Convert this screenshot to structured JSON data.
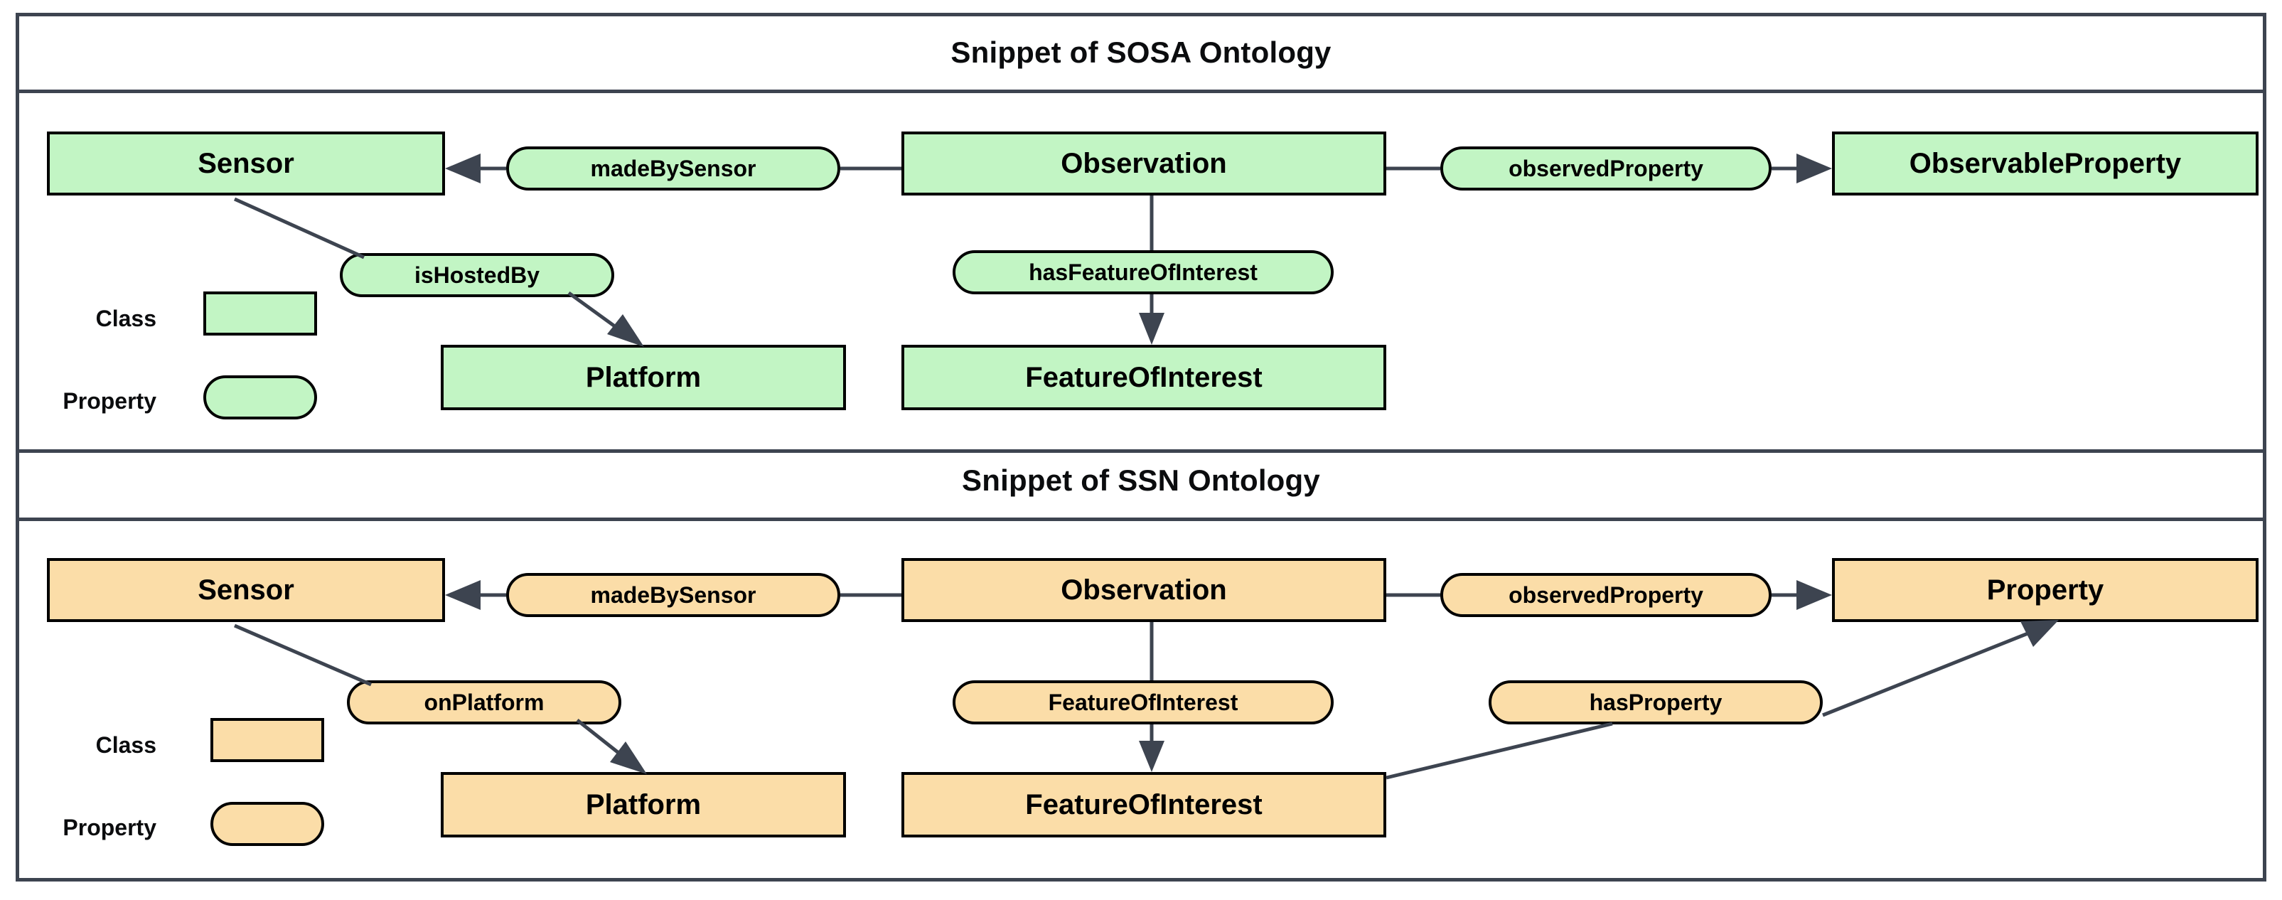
{
  "figure": {
    "caption_top": "Snippet of SOSA Ontology",
    "caption_bottom": "Snippet of SSN Ontology",
    "border_color": "#3d4450",
    "node_border_color": "#000000",
    "edge_color": "#3d4450"
  },
  "sosa": {
    "title": "Snippet of SOSA Ontology",
    "fill": "#c2f5c4",
    "classes": [
      {
        "id": "sensor",
        "label": "Sensor"
      },
      {
        "id": "observation",
        "label": "Observation"
      },
      {
        "id": "observableproperty",
        "label": "ObservableProperty"
      },
      {
        "id": "platform",
        "label": "Platform"
      },
      {
        "id": "featureofinterest",
        "label": "FeatureOfInterest"
      }
    ],
    "properties": [
      {
        "id": "madebysensor",
        "label": "madeBySensor"
      },
      {
        "id": "observedproperty",
        "label": "observedProperty"
      },
      {
        "id": "ishostedby",
        "label": "isHostedBy"
      },
      {
        "id": "hasfeatureofinterest",
        "label": "hasFeatureOfInterest"
      }
    ],
    "relations": [
      {
        "from": "Observation",
        "property": "madeBySensor",
        "to": "Sensor"
      },
      {
        "from": "Observation",
        "property": "observedProperty",
        "to": "ObservableProperty"
      },
      {
        "from": "Sensor",
        "property": "isHostedBy",
        "to": "Platform"
      },
      {
        "from": "Observation",
        "property": "hasFeatureOfInterest",
        "to": "FeatureOfInterest"
      }
    ],
    "legend": {
      "class_label": "Class",
      "property_label": "Property"
    }
  },
  "ssn": {
    "title": "Snippet of SSN Ontology",
    "fill": "#fbdda8",
    "classes": [
      {
        "id": "sensor",
        "label": "Sensor"
      },
      {
        "id": "observation",
        "label": "Observation"
      },
      {
        "id": "property",
        "label": "Property"
      },
      {
        "id": "platform",
        "label": "Platform"
      },
      {
        "id": "featureofinterest",
        "label": "FeatureOfInterest"
      }
    ],
    "properties": [
      {
        "id": "madebysensor",
        "label": "madeBySensor"
      },
      {
        "id": "observedproperty",
        "label": "observedProperty"
      },
      {
        "id": "onplatform",
        "label": "onPlatform"
      },
      {
        "id": "featureofinterest",
        "label": "FeatureOfInterest"
      },
      {
        "id": "hasproperty",
        "label": "hasProperty"
      }
    ],
    "relations": [
      {
        "from": "Observation",
        "property": "madeBySensor",
        "to": "Sensor"
      },
      {
        "from": "Observation",
        "property": "observedProperty",
        "to": "Property"
      },
      {
        "from": "Sensor",
        "property": "onPlatform",
        "to": "Platform"
      },
      {
        "from": "Observation",
        "property": "FeatureOfInterest",
        "to": "FeatureOfInterest"
      },
      {
        "from": "FeatureOfInterest",
        "property": "hasProperty",
        "to": "Property"
      }
    ],
    "legend": {
      "class_label": "Class",
      "property_label": "Property"
    }
  }
}
